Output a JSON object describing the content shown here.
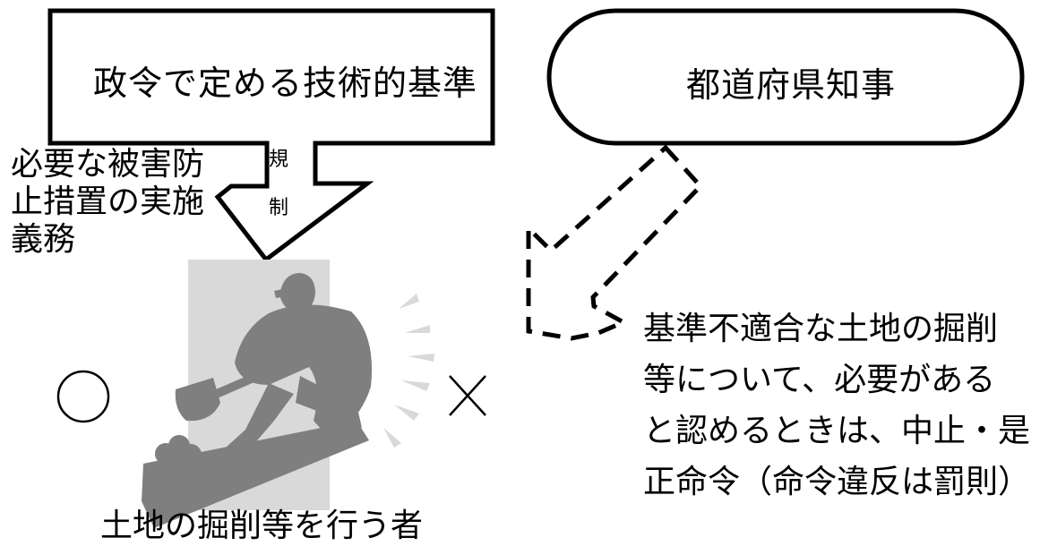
{
  "regulation_box": {
    "label": "政令で定める技術的基準"
  },
  "arrow_label": {
    "line1": "規",
    "line2": "制"
  },
  "obligation_text": {
    "line1": "必要な被害防",
    "line2": "止措置の実施",
    "line3": "義務"
  },
  "governor_box": {
    "label": "都道府県知事"
  },
  "order_text": {
    "line1": "基準不適合な土地の掘削",
    "line2": "等について、必要がある",
    "line3": "と認めるときは、中止・是",
    "line4": "正命令（命令違反は罰則）"
  },
  "worker_caption": "土地の掘削等を行う者",
  "marks": {
    "circle": "circle-mark",
    "cross": "×"
  },
  "colors": {
    "figure": "#7f7f7f",
    "figure_bg": "#d9d9d9",
    "lines": "#000000"
  }
}
